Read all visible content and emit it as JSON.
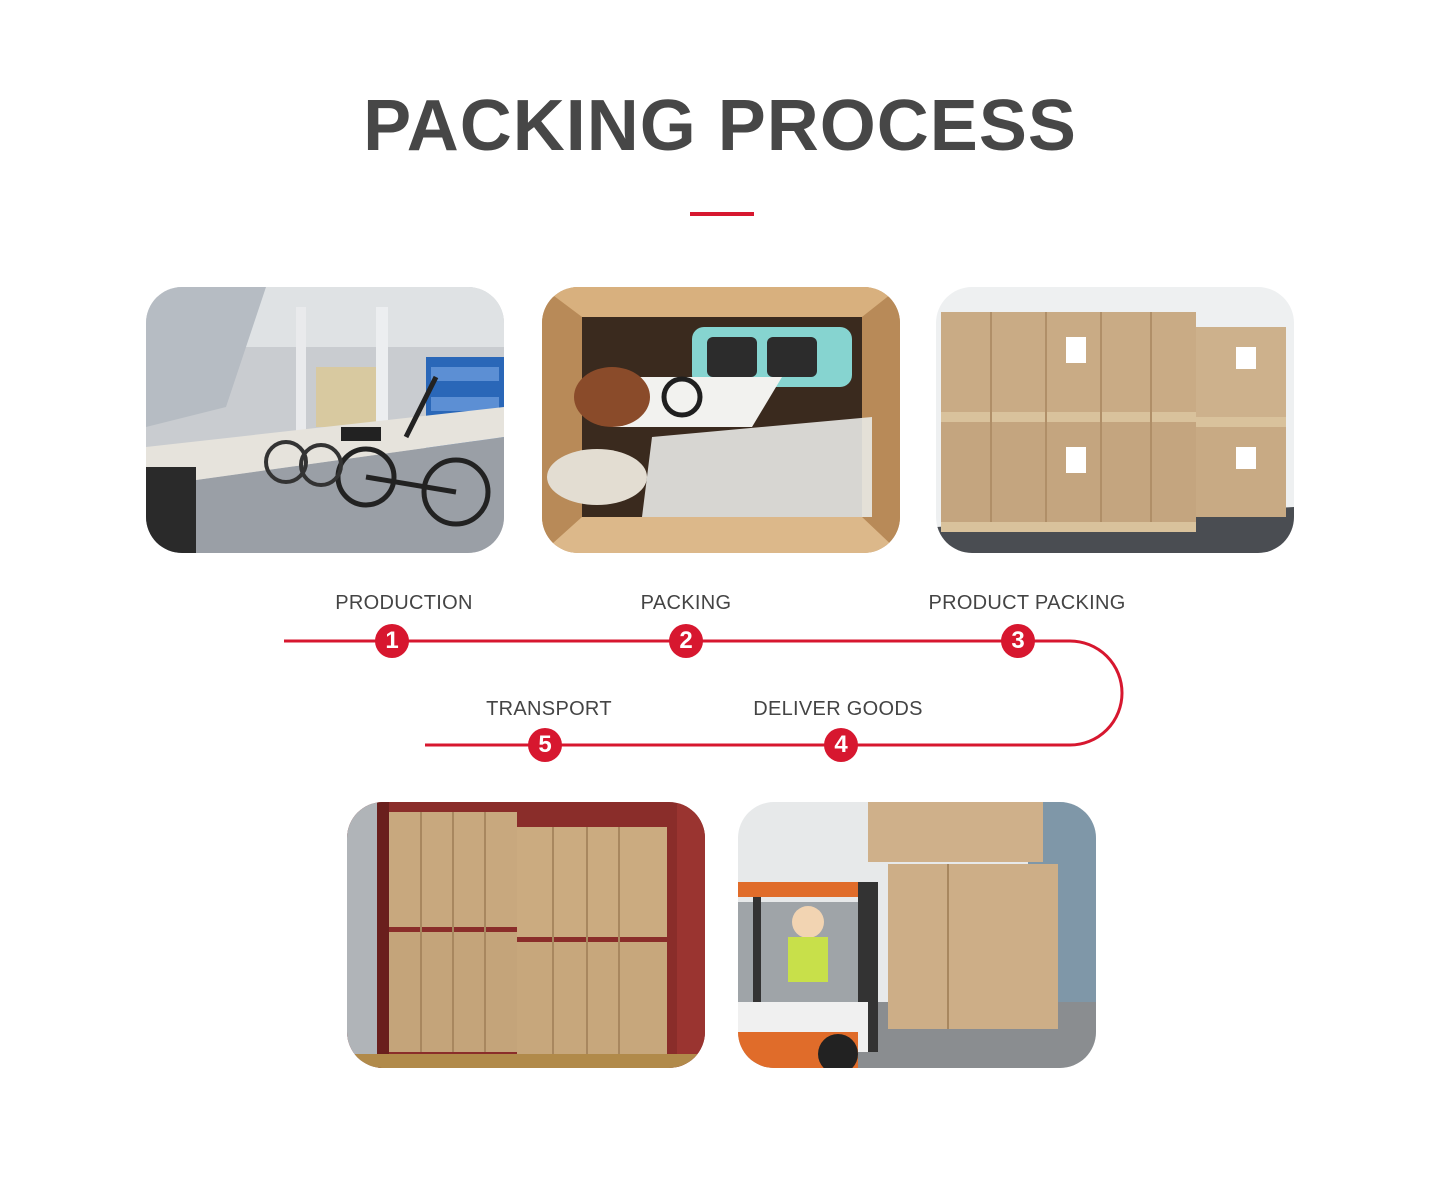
{
  "header": {
    "title": "PACKING PROCESS"
  },
  "colors": {
    "accent": "#d7172f",
    "title": "#474747",
    "label": "#444444"
  },
  "steps": [
    {
      "number": "1",
      "label": "PRODUCTION"
    },
    {
      "number": "2",
      "label": "PACKING"
    },
    {
      "number": "3",
      "label": "PRODUCT PACKING"
    },
    {
      "number": "4",
      "label": "DELIVER GOODS"
    },
    {
      "number": "5",
      "label": "TRANSPORT"
    }
  ]
}
